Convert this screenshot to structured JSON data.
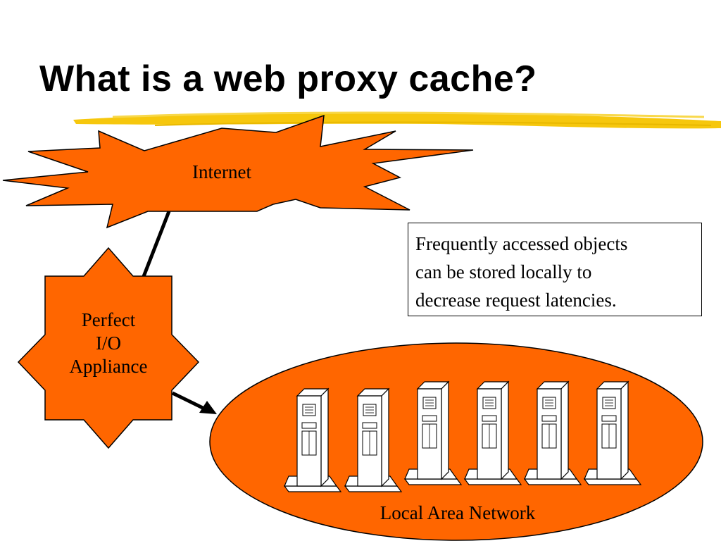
{
  "slide": {
    "title": "What is a web proxy cache?",
    "accent_color": "#f5c400"
  },
  "diagram": {
    "fill_color": "#ff6600",
    "internet": {
      "label": "Internet",
      "shape": "explosion"
    },
    "appliance": {
      "label_lines": [
        "Perfect",
        "I/O",
        "Appliance"
      ],
      "shape": "star"
    },
    "lan": {
      "label": "Local Area Network",
      "shape": "ellipse"
    },
    "server_count": 6,
    "server_icon": "server-tower-icon",
    "note": {
      "lines": [
        "Frequently accessed objects",
        "can be stored locally to",
        "decrease request latencies."
      ]
    }
  }
}
